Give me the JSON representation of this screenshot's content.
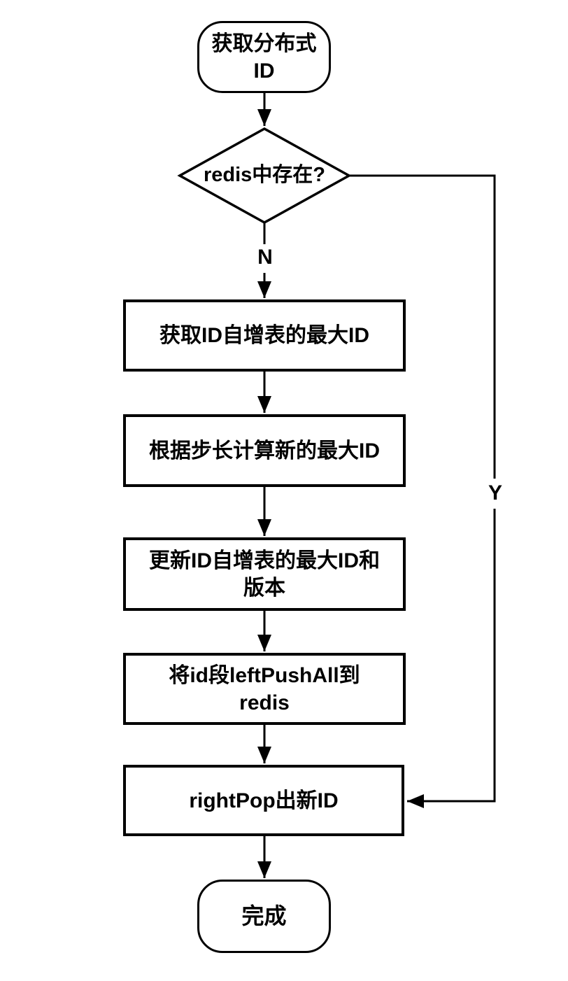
{
  "flowchart": {
    "nodes": [
      {
        "id": "start",
        "type": "terminator",
        "label": "获取分布式\nID"
      },
      {
        "id": "decision",
        "type": "decision",
        "label": "redis中存在?"
      },
      {
        "id": "step1",
        "type": "process",
        "label": "获取ID自增表的最大ID"
      },
      {
        "id": "step2",
        "type": "process",
        "label": "根据步长计算新的最大ID"
      },
      {
        "id": "step3",
        "type": "process",
        "label": "更新ID自增表的最大ID和\n版本"
      },
      {
        "id": "step4",
        "type": "process",
        "label": "将id段leftPushAll到\nredis"
      },
      {
        "id": "step5",
        "type": "process",
        "label": "rightPop出新ID"
      },
      {
        "id": "end",
        "type": "terminator",
        "label": "完成"
      }
    ],
    "edge_labels": {
      "no": "N",
      "yes": "Y"
    },
    "colors": {
      "stroke": "#000000",
      "fill": "#ffffff",
      "text": "#000000"
    }
  }
}
